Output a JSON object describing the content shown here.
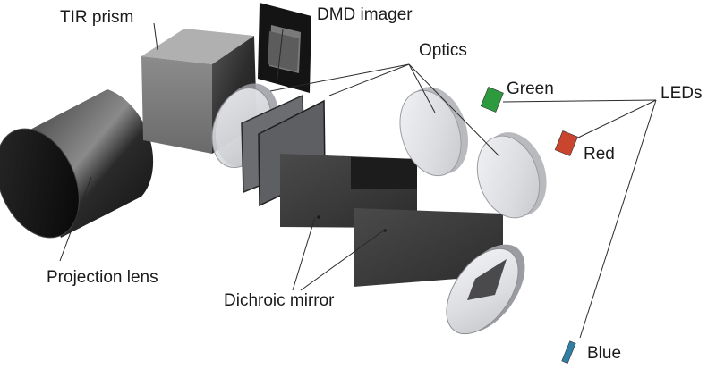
{
  "labels": {
    "tir_prism": "TIR prism",
    "dmd_imager": "DMD imager",
    "optics": "Optics",
    "green": "Green",
    "leds": "LEDs",
    "red": "Red",
    "blue": "Blue",
    "projection_lens": "Projection lens",
    "dichroic_mirror": "Dichroic mirror"
  },
  "colors": {
    "green_led": "#2e9a3e",
    "red_led": "#c9452e",
    "blue_led": "#2f7fa6"
  }
}
